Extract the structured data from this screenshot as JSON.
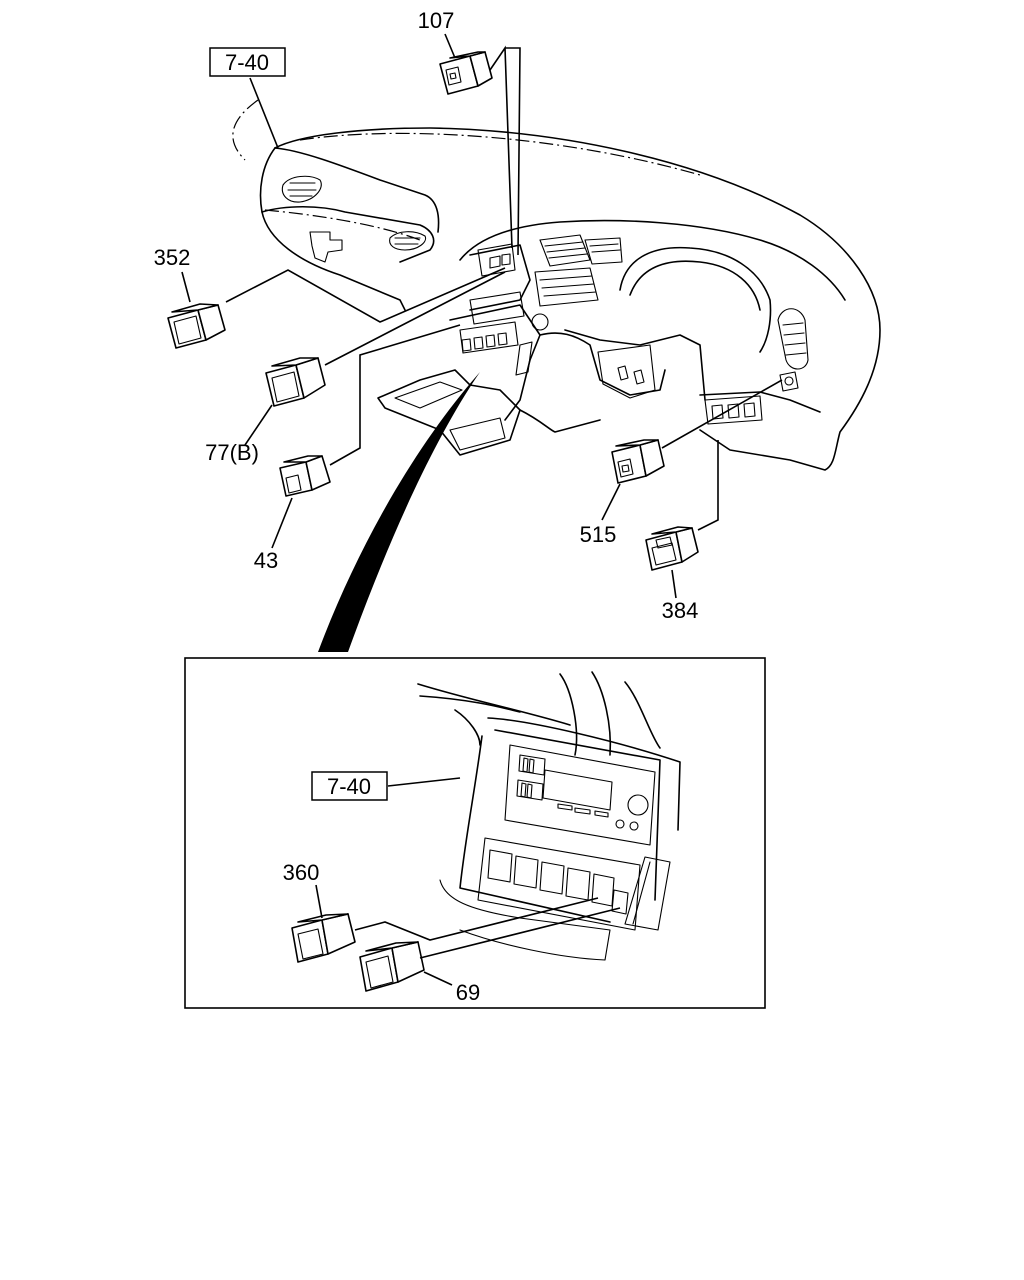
{
  "labels": {
    "ref_top": "7-40",
    "ref_inset": "7-40",
    "p107": "107",
    "p352": "352",
    "p77b": "77(B)",
    "p43": "43",
    "p515": "515",
    "p384": "384",
    "p360": "360",
    "p69": "69"
  },
  "colors": {
    "line": "#000000",
    "background": "#ffffff"
  }
}
